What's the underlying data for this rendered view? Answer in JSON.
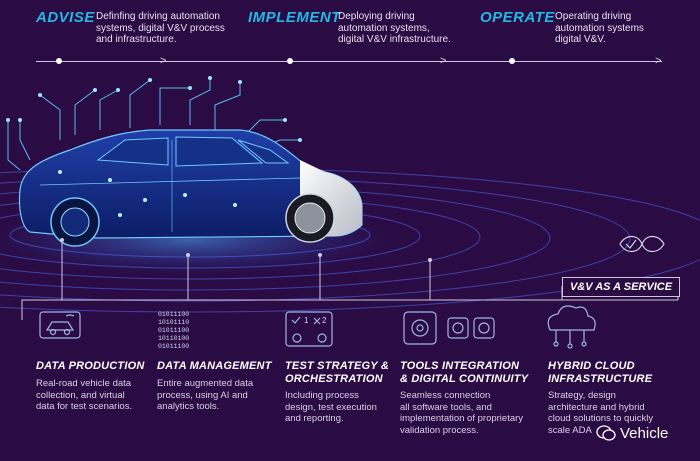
{
  "phases": [
    {
      "title": "ADVISE",
      "desc1": "Definfing driving automation",
      "desc2": "systems, digital V&V process",
      "desc3": "and infrastructure."
    },
    {
      "title": "IMPLEMENT",
      "desc1": "Deploying driving",
      "desc2": "automation systems,",
      "desc3": "digital V&V infrastructure."
    },
    {
      "title": "OPERATE",
      "desc1": "Operating driving",
      "desc2": "automation systems",
      "desc3": "digital V&V."
    }
  ],
  "service_tag": "V&V AS A SERVICE",
  "cards": [
    {
      "title1": "DATA PRODUCTION",
      "title2": "",
      "desc1": "Real-road vehicle data",
      "desc2": "collection, and virtual",
      "desc3": "data for test scenarios.",
      "desc4": ""
    },
    {
      "title1": "DATA MANAGEMENT",
      "title2": "",
      "desc1": "Entire augmented data",
      "desc2": "process, using AI and",
      "desc3": "analytics tools.",
      "desc4": ""
    },
    {
      "title1": "TEST STRATEGY &",
      "title2": "ORCHESTRATION",
      "desc1": "Including process",
      "desc2": "design, test execution",
      "desc3": "and reporting.",
      "desc4": ""
    },
    {
      "title1": "TOOLS INTEGRATION",
      "title2": "& DIGITAL CONTINUITY",
      "desc1": "Seamless connection",
      "desc2": "all software tools, and",
      "desc3": "implementation of proprietary",
      "desc4": "validation process."
    },
    {
      "title1": "HYBRID CLOUD",
      "title2": "INFRASTRUCTURE",
      "desc1": "Strategy, design",
      "desc2": "architecture and hybrid",
      "desc3": "cloud solutions to quickly",
      "desc4": "scale ADA"
    }
  ],
  "binary_lines": [
    "01011100",
    "10101110",
    "01011100",
    "10110100",
    "01011100"
  ],
  "watermark": "Vehicle",
  "colors": {
    "accent": "#23b9e6",
    "background": "#2a0b44",
    "glow": "#3d8cff"
  },
  "icons": [
    "car-icon",
    "binary-data-icon",
    "test-checklist-icon",
    "gear-icon",
    "cloud-network-icon",
    "infinity-loop-icon"
  ]
}
